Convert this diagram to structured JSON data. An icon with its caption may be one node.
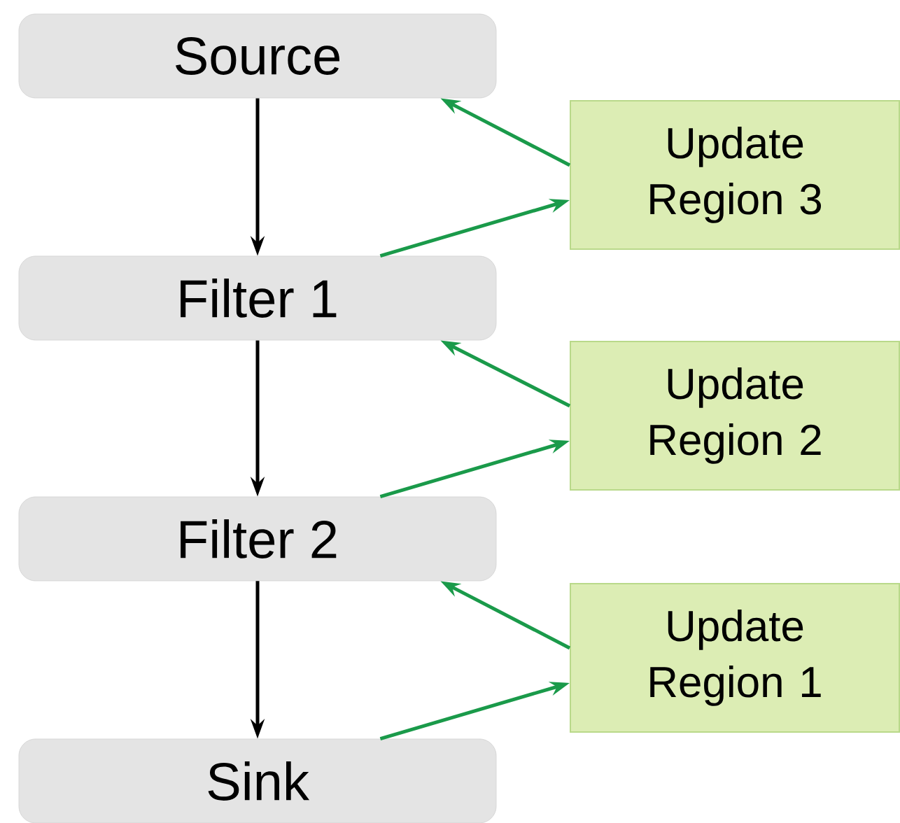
{
  "diagram": {
    "nodes": [
      {
        "text": [
          "Source"
        ]
      },
      {
        "text": [
          "Update Region 3"
        ]
      },
      {
        "text": [
          "Filter 1"
        ]
      },
      {
        "text": [
          "Update Region 2"
        ]
      },
      {
        "text": [
          "Filter 2"
        ]
      },
      {
        "text": [
          "Update Region 1"
        ]
      },
      {
        "text": [
          "Sink"
        ]
      }
    ],
    "edges": [
      {
        "from": 0,
        "to": 2,
        "arrow": "to",
        "color": "#000000"
      },
      {
        "from": 2,
        "to": 4,
        "arrow": "to",
        "color": "#000000"
      },
      {
        "from": 4,
        "to": 6,
        "arrow": "to",
        "color": "#000000"
      },
      {
        "from": 1,
        "to": 0,
        "arrow": "to"
      },
      {
        "from": 2,
        "to": 1,
        "arrow": "to"
      },
      {
        "from": 3,
        "to": 2,
        "arrow": "to"
      },
      {
        "from": 4,
        "to": 3,
        "arrow": "to"
      },
      {
        "from": 5,
        "to": 4,
        "arrow": "to"
      },
      {
        "from": 6,
        "to": 5,
        "arrow": "to"
      }
    ]
  }
}
